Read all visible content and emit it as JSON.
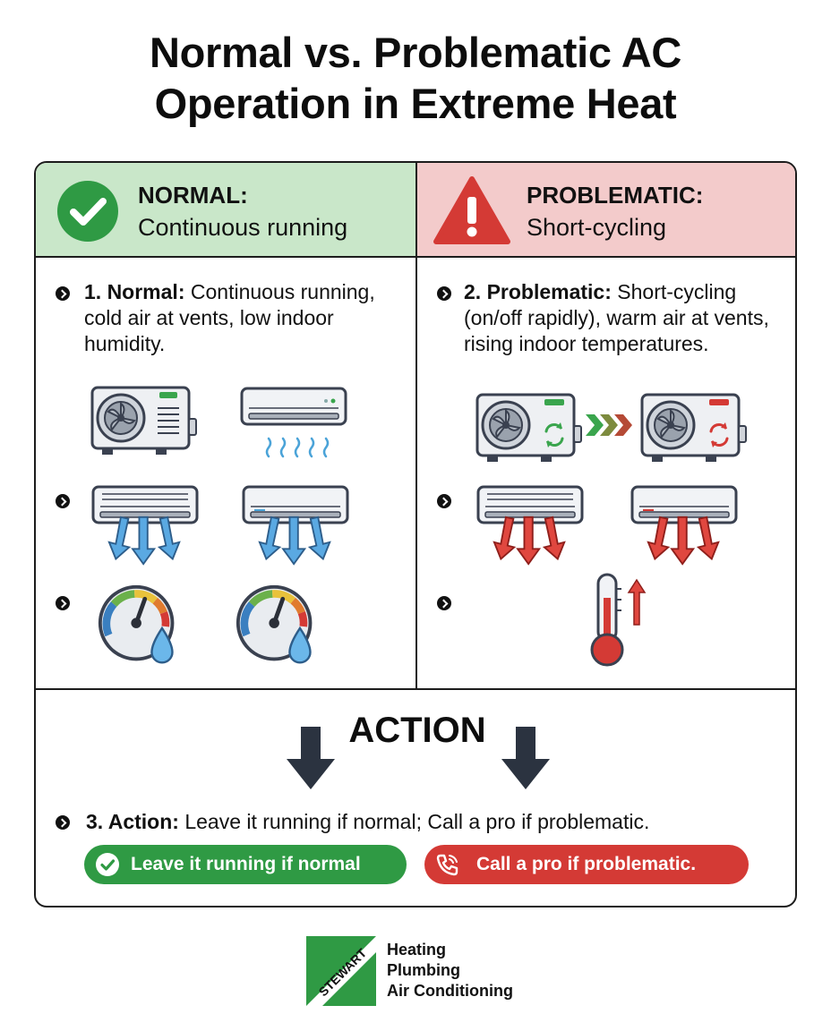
{
  "title": {
    "line1": "Normal vs. Problematic AC",
    "line2": "Operation in Extreme Heat"
  },
  "normal": {
    "heading": "NORMAL:",
    "subheading": "Continuous running",
    "label": "1. Normal:",
    "text": "Continuous running, cold air at vents, low indoor humidity.",
    "icons": [
      "ac-outdoor-unit-icon",
      "ac-indoor-unit-icon",
      "cold-air-icon",
      "humidity-gauge-icon"
    ],
    "accent": "#2f9a44",
    "header_bg": "#c9e7c9"
  },
  "problematic": {
    "heading": "PROBLEMATIC:",
    "subheading": "Short-cycling",
    "label": "2. Problematic:",
    "text": "Short-cycling (on/off rapidly), warm air at vents, rising indoor temperatures.",
    "icons": [
      "ac-outdoor-unit-icon",
      "cycle-arrows-icon",
      "warm-air-icon",
      "thermometer-rising-icon"
    ],
    "accent": "#d43a35",
    "header_bg": "#f3cbcb"
  },
  "action": {
    "title": "ACTION",
    "label": "3. Action:",
    "text": "Leave it running if normal; Call a pro if problematic.",
    "button_normal": "Leave it running if normal",
    "button_problem": "Call a pro if problematic."
  },
  "logo": {
    "brand": "STEWART",
    "line1": "Heating",
    "line2": "Plumbing",
    "line3": "Air Conditioning",
    "color": "#2f9a44"
  }
}
